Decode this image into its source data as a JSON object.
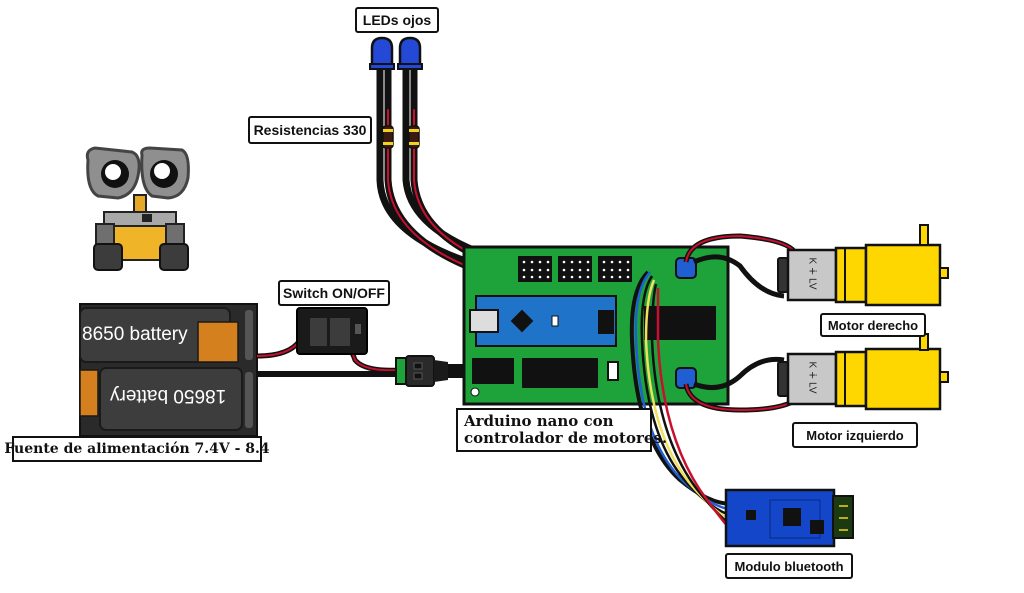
{
  "diagram": {
    "title": "Wall-E robot wiring diagram",
    "labels": {
      "leds": "LEDs ojos",
      "resistors": "Resistencias 330",
      "switch": "Switch ON/OFF",
      "battery_top": "8650 battery",
      "battery_bottom": "18650 battery",
      "power_supply": "Fuente de alimentación 7.4V - 8.4",
      "arduino_line1": "Arduino nano con",
      "arduino_line2": "controlador de motores.",
      "motor_right": "Motor derecho",
      "motor_left": "Motor izquierdo",
      "bluetooth": "Modulo bluetooth"
    },
    "components": [
      {
        "id": "wall-e",
        "name": "Wall-E robot illustration"
      },
      {
        "id": "leds",
        "name": "Blue LED eyes",
        "count": 2
      },
      {
        "id": "resistors",
        "name": "330 ohm resistors",
        "count": 2
      },
      {
        "id": "battery",
        "name": "18650 battery pack",
        "count": 2
      },
      {
        "id": "switch",
        "name": "ON/OFF switch"
      },
      {
        "id": "arduino",
        "name": "Arduino Nano with motor driver shield"
      },
      {
        "id": "motor-right",
        "name": "Right DC gear motor"
      },
      {
        "id": "motor-left",
        "name": "Left DC gear motor"
      },
      {
        "id": "bluetooth",
        "name": "HC bluetooth module"
      }
    ],
    "colors": {
      "pcb": "#1ea33a",
      "nano": "#1f74c9",
      "motor_yellow": "#ffd700",
      "motor_grey": "#c8c8c8",
      "battery_body": "#3a3a3a",
      "battery_accent": "#d4801e",
      "wire_red": "#c8102e",
      "wire_black": "#111111",
      "wire_blue": "#1f5fd1",
      "wire_yellow": "#f1e05a",
      "led_blue": "#2449d6",
      "bt_board": "#1346c9"
    },
    "motor_text": "K ∔ LV"
  }
}
